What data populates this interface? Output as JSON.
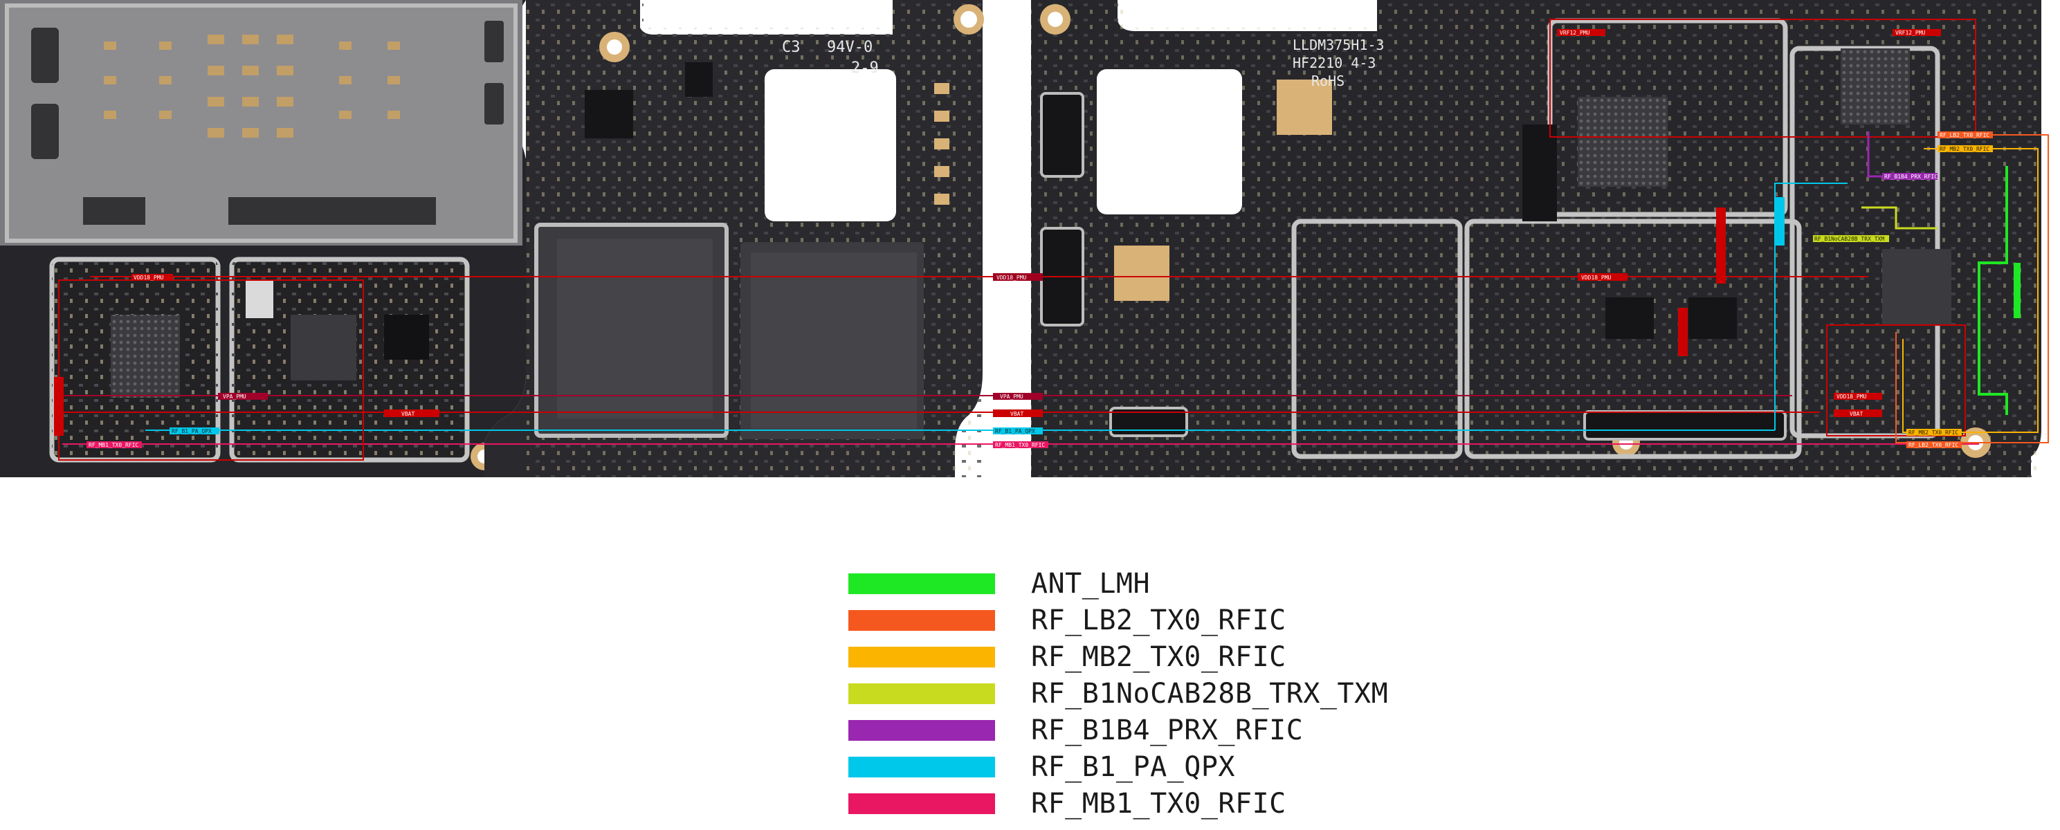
{
  "board": {
    "markings_left": [
      "C3",
      "94V-0",
      "2-9"
    ],
    "markings_right": [
      "LLDM375H1-3",
      "HF2210 4-3",
      "RoHS"
    ],
    "colors": {
      "pcb": "#27272a",
      "pcb_dark": "#1c1c1e",
      "pad_gold": "#d9b277",
      "shield": "#cfcfcf",
      "chip": "#3a3a3f",
      "net_red": "#cc0000"
    }
  },
  "net_tags": [
    "VDD18_PMU",
    "VDD18_PMU",
    "VDD18_PMU",
    "VDD18_PMU",
    "VPA_PMU",
    "VPA_PMU",
    "VBAT",
    "VBAT",
    "VBAT",
    "RF_B1_PA_QPX",
    "RF_B1_PA_QPX",
    "RF_MB1_TX0_RFIC",
    "RF_MB1_TX0_RFIC",
    "VRF12_PMU",
    "VRF12_PMU",
    "RF_LB2_TX0_RFIC",
    "RF_MB2_TX0_RFIC",
    "RF_B1B4_PRX_RFIC",
    "RF_B1NoCAB28B_TRX_TXM",
    "RF_MB2_TX0_RFIC",
    "RF_LB2_TX0_RFIC"
  ],
  "legend": [
    {
      "label": "ANT_LMH",
      "color": "#1ee823"
    },
    {
      "label": "RF_LB2_TX0_RFIC",
      "color": "#f5581e"
    },
    {
      "label": "RF_MB2_TX0_RFIC",
      "color": "#fbb400"
    },
    {
      "label": "RF_B1NoCAB28B_TRX_TXM",
      "color": "#c9db1e"
    },
    {
      "label": "RF_B1B4_PRX_RFIC",
      "color": "#9a27b0"
    },
    {
      "label": "RF_B1_PA_QPX",
      "color": "#00c8ea"
    },
    {
      "label": "RF_MB1_TX0_RFIC",
      "color": "#e91662"
    }
  ]
}
